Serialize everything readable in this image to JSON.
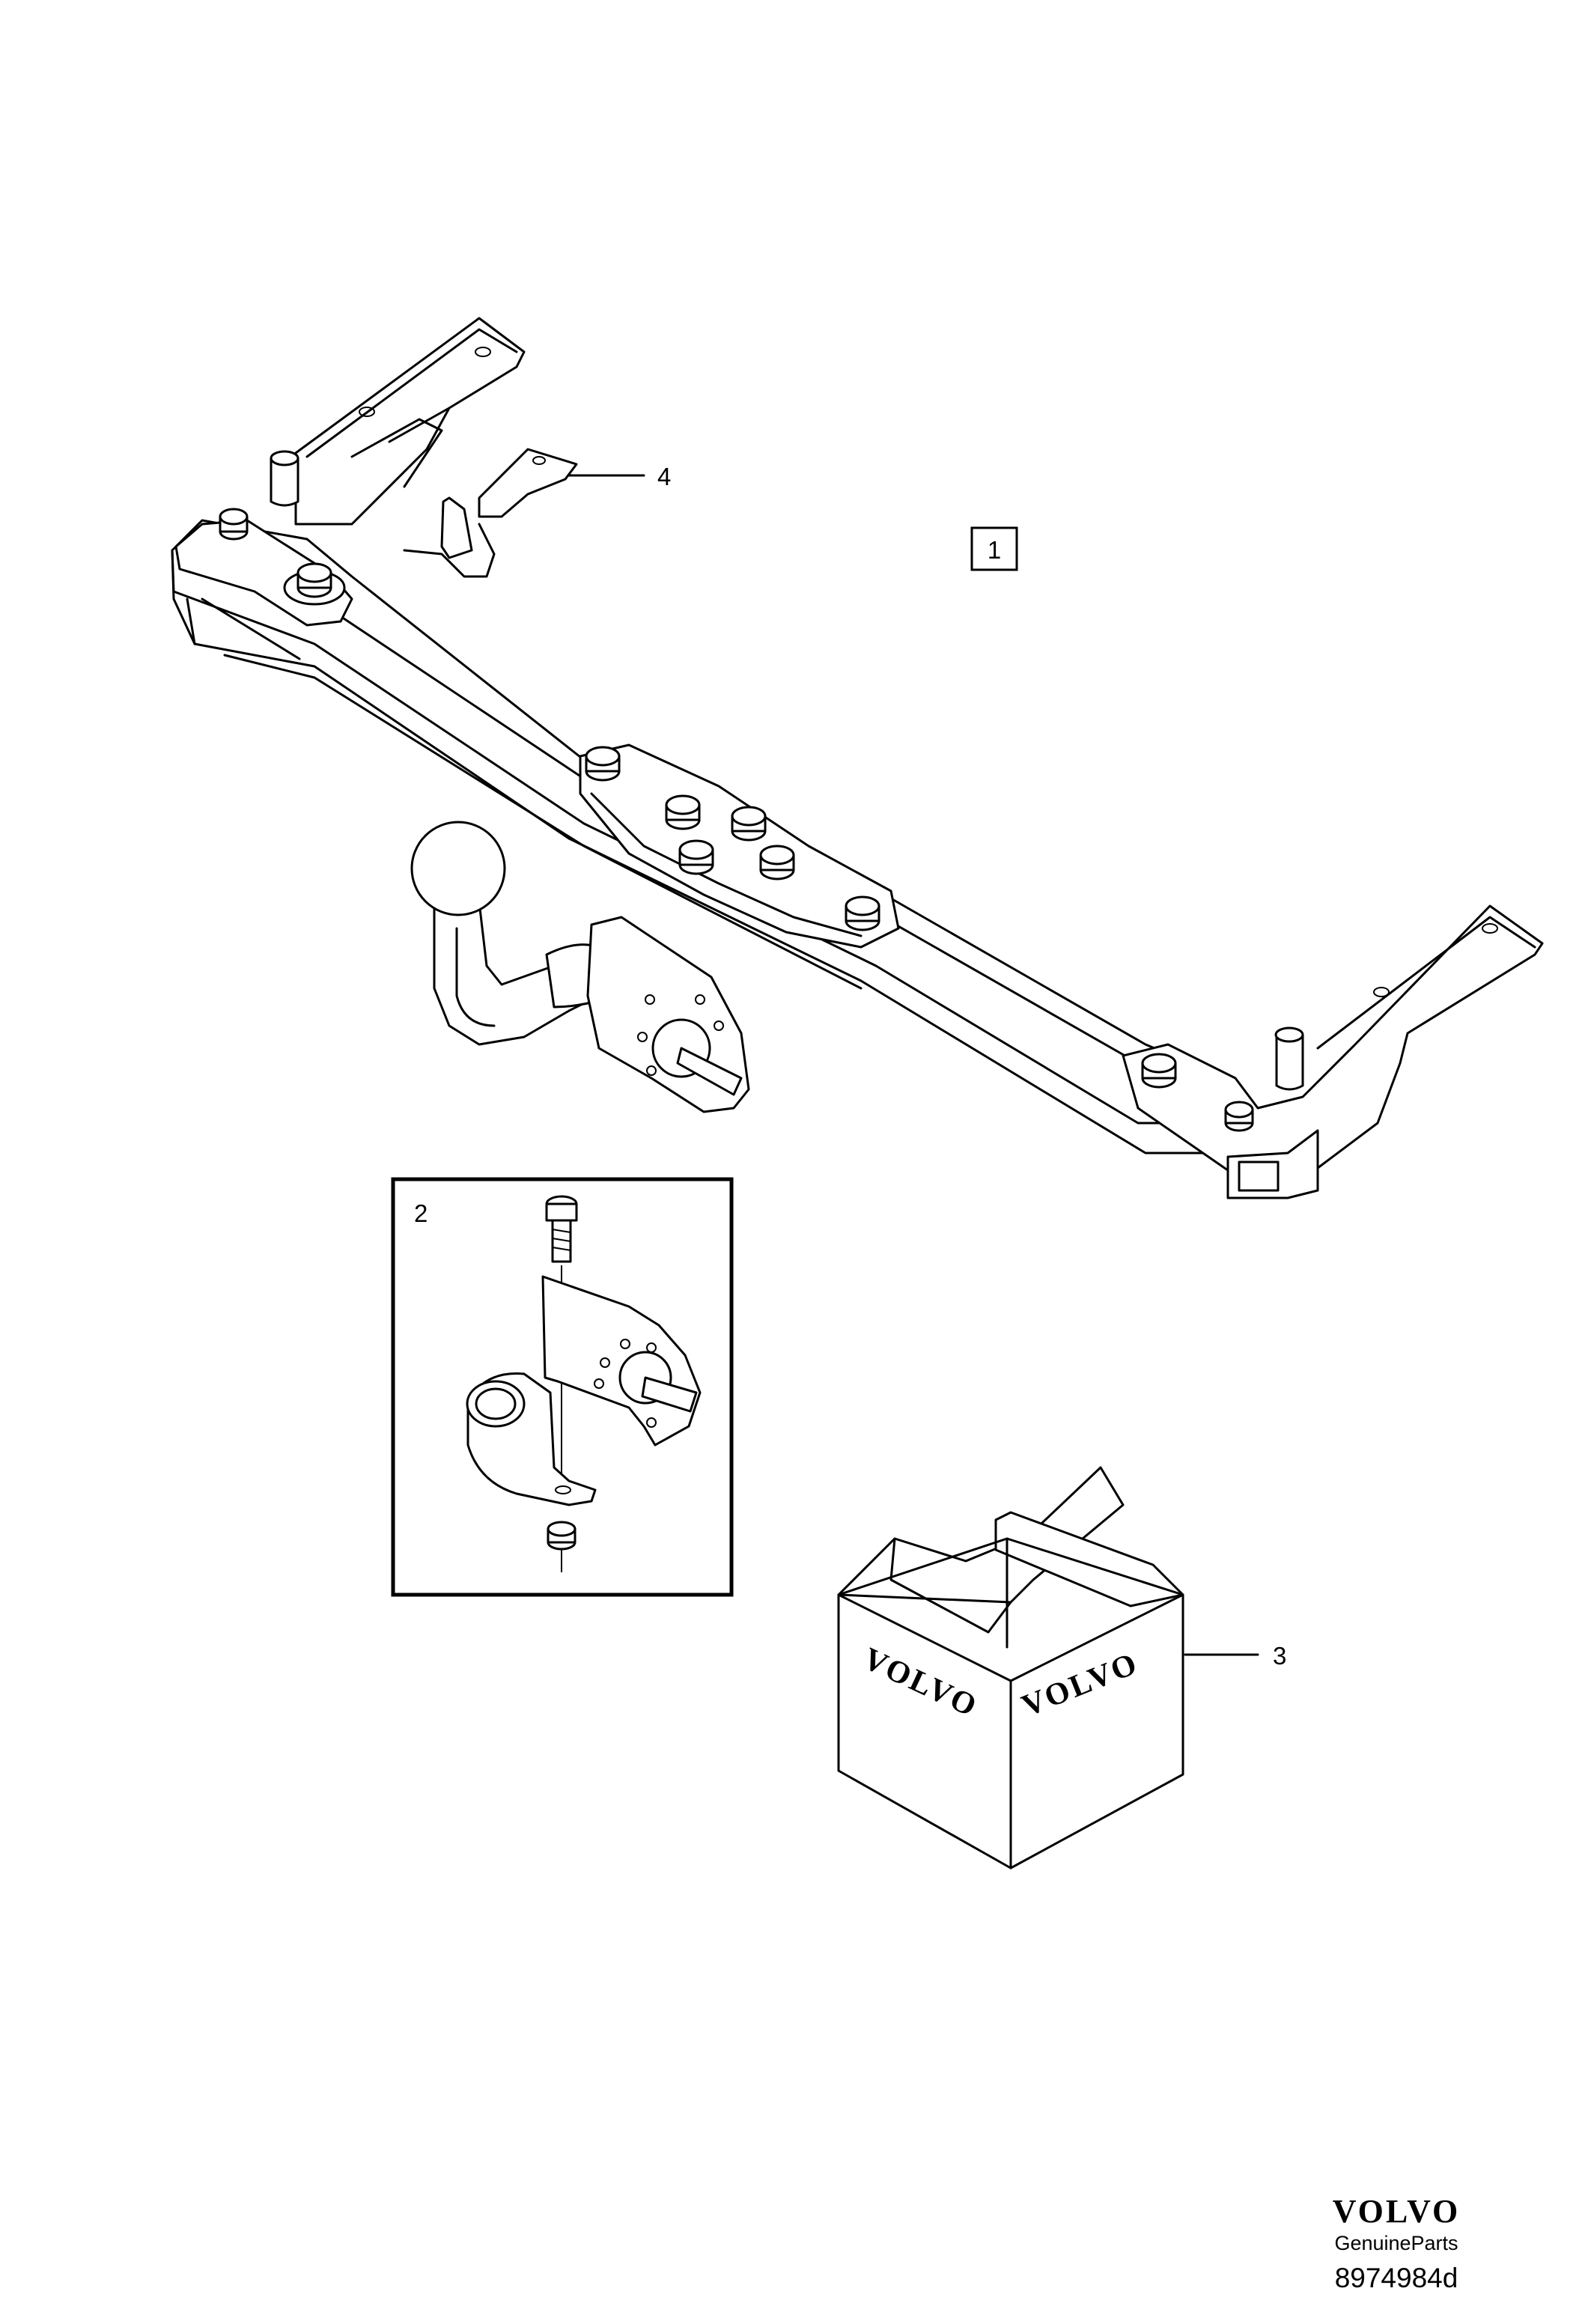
{
  "callouts": {
    "main_assembly": "1",
    "cable_holder_kit": "2",
    "parts_box": "3",
    "bracket": "4"
  },
  "box_brand_left": "VOLVO",
  "box_brand_right": "VOLVO",
  "footer": {
    "brand": "VOLVO",
    "tagline": "GenuineParts",
    "diagram_code": "8974984d"
  }
}
